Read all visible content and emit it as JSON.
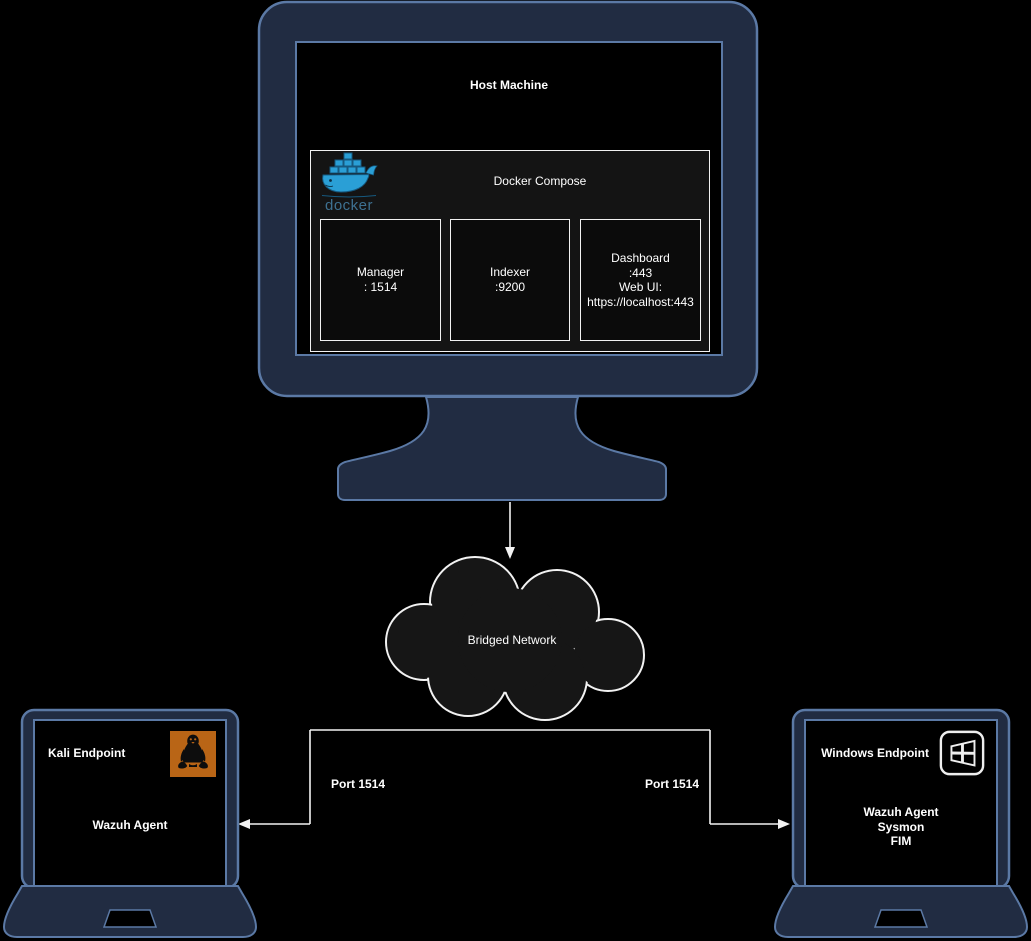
{
  "colors": {
    "device_fill": "#212c42",
    "device_outline": "#5b79a5",
    "screen_black": "#000000",
    "panel_fill": "#141414",
    "service_fill": "#0b0b0b",
    "cloud_fill": "#161616",
    "line_white": "#f2f2f2",
    "docker_blue": "#2a9fd6",
    "docker_dark_blue": "#16597f",
    "docker_wordmark": "#3e7191",
    "tux_orange": "#b96516",
    "text_white": "#ffffff"
  },
  "monitor": {
    "title": "Host Machine",
    "compose": {
      "title": "Docker Compose",
      "logo_wordmark": "docker",
      "services": [
        {
          "lines": [
            "Manager",
            ": 1514"
          ]
        },
        {
          "lines": [
            "Indexer",
            ":9200"
          ]
        },
        {
          "lines": [
            "Dashboard",
            ":443",
            "Web UI:",
            "https://localhost:443"
          ]
        }
      ]
    }
  },
  "network_cloud": {
    "label": "Bridged Network"
  },
  "connections": {
    "left": {
      "port_label": "Port 1514"
    },
    "right": {
      "port_label": "Port 1514"
    }
  },
  "endpoints": {
    "kali": {
      "title": "Kali Endpoint",
      "icon": "linux-tux-icon",
      "agent_lines": [
        "Wazuh Agent"
      ]
    },
    "windows": {
      "title": "Windows Endpoint",
      "icon": "windows-logo-icon",
      "agent_lines": [
        "Wazuh Agent",
        "Sysmon",
        "FIM"
      ]
    }
  }
}
